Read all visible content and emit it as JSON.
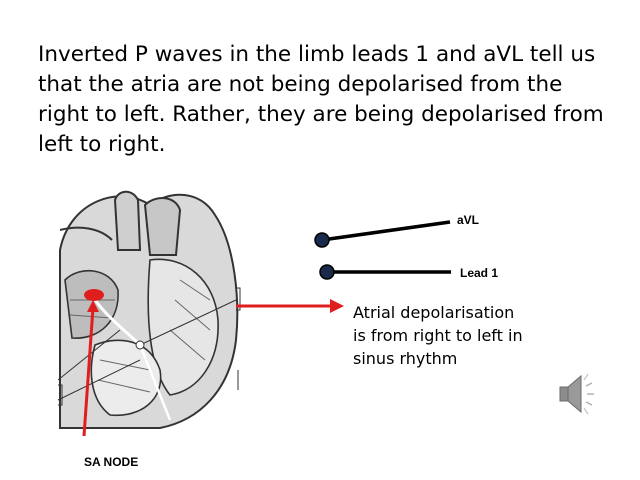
{
  "slide": {
    "main_text": "Inverted P waves in the limb leads 1 and aVL tell us that the atria are not being depolarised from the right to left. Rather, they are being depolarised from left to right.",
    "leads": {
      "avl_label": "aVL",
      "lead1_label": "Lead 1"
    },
    "caption_lines": [
      "Atrial depolarisation",
      "is from  right to left in",
      "sinus rhythm"
    ],
    "sa_node_label": "SA NODE",
    "colors": {
      "arrow": "#e01e1e",
      "sa_node": "#e01e1e",
      "text": "#000000",
      "lead_line": "#000000",
      "lead_dot": "#1a2a4a"
    },
    "icons": {
      "speaker": "speaker-icon"
    }
  }
}
